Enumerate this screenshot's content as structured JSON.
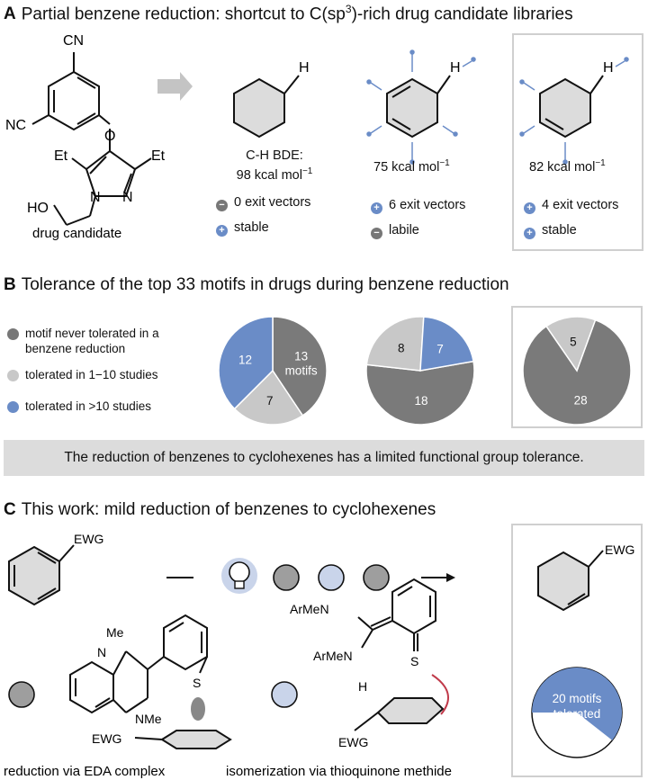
{
  "section_a": {
    "letter": "A",
    "title_pre": "Partial benzene reduction: shortcut to C(sp",
    "title_sup": "3",
    "title_post": ")-rich drug candidate libraries",
    "drug_label": "drug candidate",
    "atoms": {
      "cn_top": "CN",
      "cn_left": "NC",
      "o": "O",
      "et1": "Et",
      "et2": "Et",
      "n1": "N",
      "n2": "N",
      "ho": "HO",
      "h1": "H",
      "h2": "H",
      "h3": "H"
    },
    "bde_label": "C-H BDE:",
    "bde_value_1": "98 kcal mol",
    "bde_value_2": "75 kcal mol",
    "bde_value_3": "82 kcal mol",
    "bde_sup": "−1",
    "col1": {
      "vectors": "0 exit vectors",
      "stability": "stable"
    },
    "col2": {
      "vectors": "6 exit vectors",
      "stability": "labile"
    },
    "col3": {
      "vectors": "4 exit vectors",
      "stability": "stable"
    },
    "sign_minus": "−",
    "sign_plus": "+"
  },
  "section_b": {
    "letter": "B",
    "title": "Tolerance of the top 33 motifs in drugs during benzene reduction",
    "legend": [
      {
        "label_line1": "motif never tolerated in a",
        "label_line2": "benzene reduction",
        "color": "#7a7a7a"
      },
      {
        "label_line1": "tolerated in 1−10 studies",
        "label_line2": "",
        "color": "#c8c8c8"
      },
      {
        "label_line1": "tolerated in >10 studies",
        "label_line2": "",
        "color": "#6a8cc7"
      }
    ],
    "pies": [
      {
        "slices": [
          {
            "value": 13,
            "label": "13",
            "label2": "motifs",
            "color": "#7a7a7a"
          },
          {
            "value": 7,
            "label": "7",
            "label2": "",
            "color": "#c8c8c8"
          },
          {
            "value": 12,
            "label": "12",
            "label2": "",
            "color": "#6a8cc7"
          }
        ]
      },
      {
        "slices": [
          {
            "value": 18,
            "label": "18",
            "label2": "",
            "color": "#7a7a7a"
          },
          {
            "value": 8,
            "label": "8",
            "label2": "",
            "color": "#c8c8c8"
          },
          {
            "value": 7,
            "label": "7",
            "label2": "",
            "color": "#6a8cc7"
          }
        ]
      },
      {
        "slices": [
          {
            "value": 28,
            "label": "28",
            "label2": "",
            "color": "#7a7a7a"
          },
          {
            "value": 5,
            "label": "5",
            "label2": "",
            "color": "#c8c8c8"
          }
        ]
      }
    ],
    "banner": "The reduction of benzenes to cyclohexenes has a limited functional group tolerance."
  },
  "section_c": {
    "letter": "C",
    "title": "This work: mild reduction of benzenes to cyclohexenes",
    "ewg": "EWG",
    "me1": "Me",
    "nme": "NMe",
    "n": "N",
    "s": "S",
    "arme1": "ArMeN",
    "arme2": "ArMeN",
    "h": "H",
    "caption_left": "reduction via EDA complex",
    "caption_right": "isomerization via thioquinone methide",
    "result_pie": {
      "label_line1": "20 motifs",
      "label_line2": "tolerated",
      "tolerated": 20,
      "total": 33,
      "color": "#6a8cc7"
    }
  }
}
